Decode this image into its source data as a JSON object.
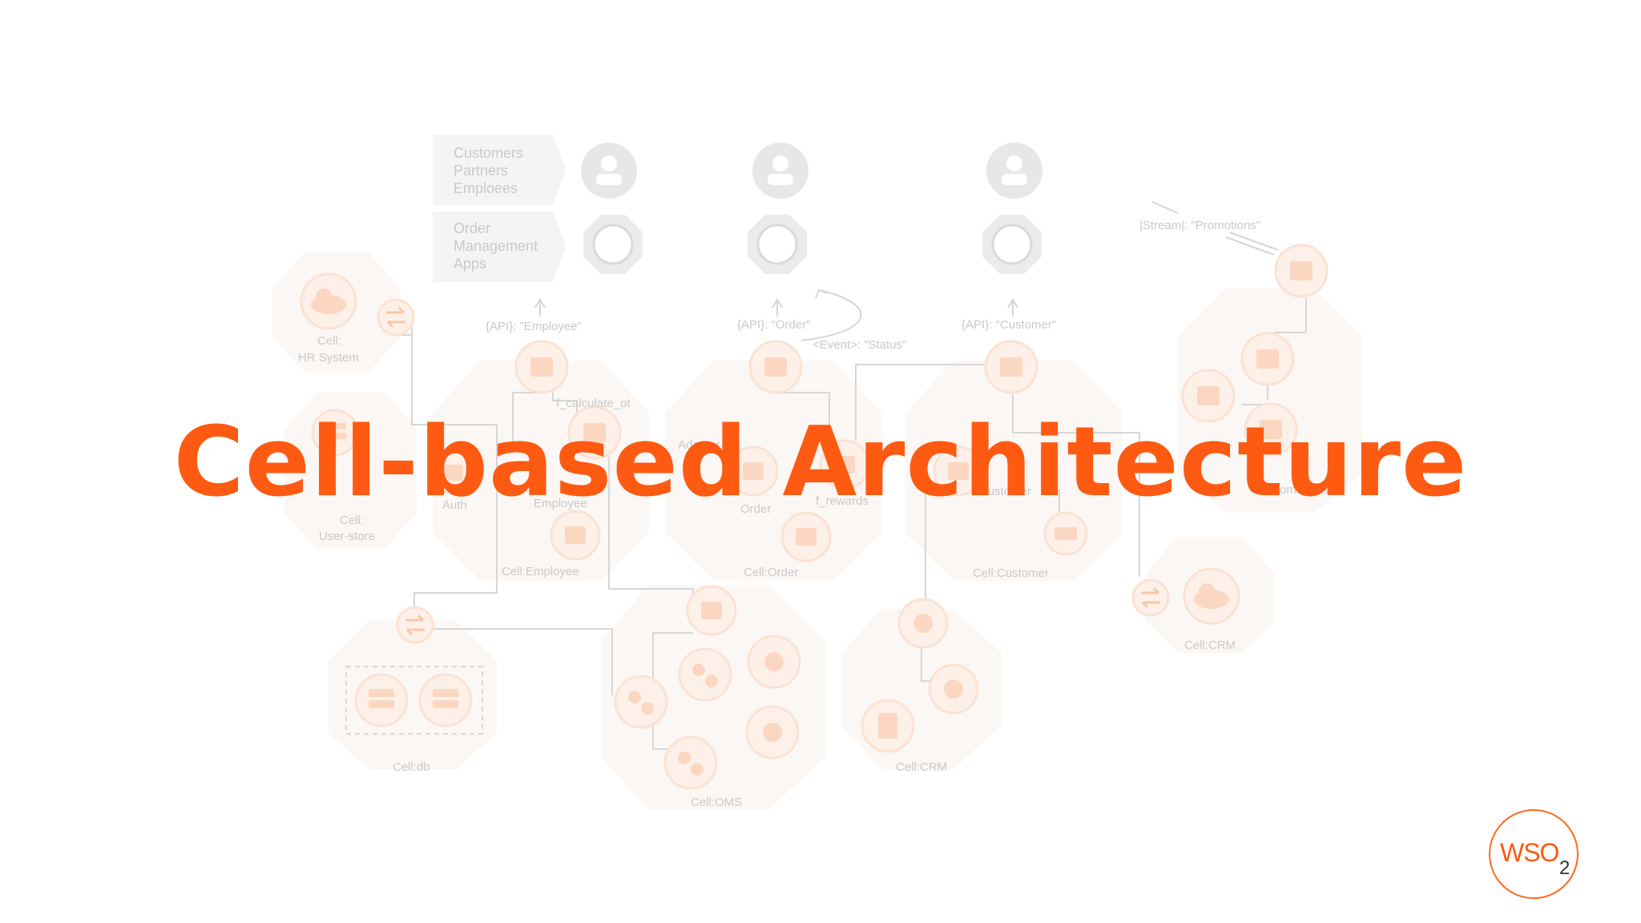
{
  "title": "Cell-based Architecture",
  "logo": {
    "text": "WSO",
    "sub": "2"
  },
  "actors": {
    "line1": "Customers",
    "line2": "Partners",
    "line3": "Emploees"
  },
  "apps": {
    "line1": "Order",
    "line2": "Management",
    "line3": "Apps"
  },
  "endpoints": {
    "employee": "{API}: \"Employee\"",
    "order": "{API}: \"Order\"",
    "customer": "{API}: \"Customer\"",
    "status": "<Event>: \"Status\"",
    "promotions": "|Stream|: \"Promotions\""
  },
  "functions": {
    "calc": "f_calculate_ot",
    "rewards": "f_rewards"
  },
  "inner_labels": {
    "auth": "Auth",
    "employee": "Employee",
    "order": "Order",
    "adaptor": "Adaptor",
    "customer": "Customer",
    "promotions": "Promotions"
  },
  "cells": {
    "hr_line1": "Cell:",
    "hr_line2": "HR System",
    "userstore_line1": "Cell:",
    "userstore_line2": "User-store",
    "employee": "Cell:Employee",
    "order": "Cell:Order",
    "customer": "Cell:Customer",
    "crm_right": "Cell:CRM",
    "db": "Cell:db",
    "oms": "Cell:OMS",
    "crm_bottom": "Cell:CRM"
  },
  "colors": {
    "accent": "#ff5a12",
    "node_fill": "#fdf0e8",
    "wire": "#d6d6d6"
  },
  "icons": [
    "user-icon",
    "app-icon",
    "cloud-icon",
    "exchange-icon",
    "server-icon",
    "gear-icon",
    "cart-icon",
    "hand-icon",
    "cube-icon"
  ]
}
